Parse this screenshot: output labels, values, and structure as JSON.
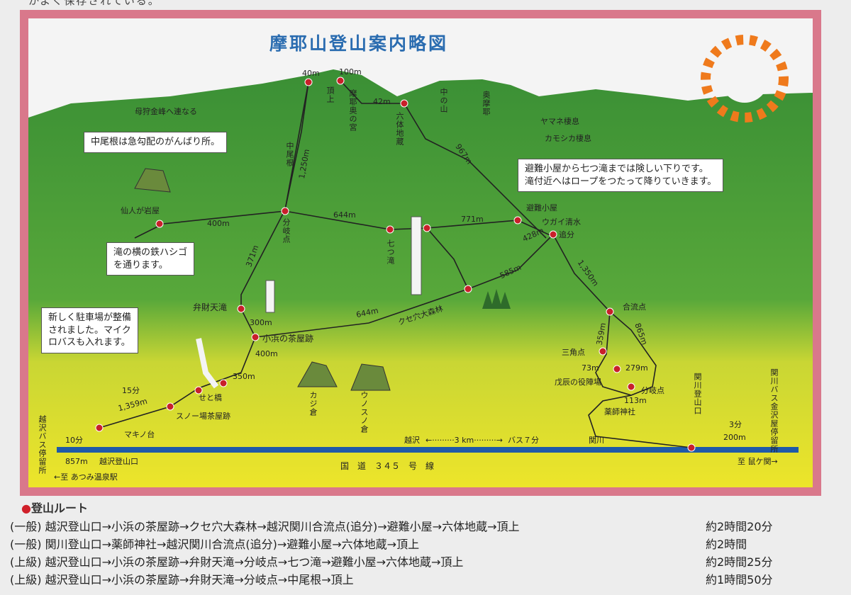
{
  "title": "摩耶山登山案内略図",
  "top_fragment": "かよく保存されている。",
  "callouts": {
    "nakaone": "中尾根は急勾配のがんばり所。",
    "hinan_1": "避難小屋から七つ滝までは険しい下りです。",
    "hinan_2": "滝付近へはロープをつたって降りていきます。",
    "taki_1": "滝の横の鉄ハシゴ",
    "taki_2": "を通ります。",
    "parking_1": "新しく駐車場が整備",
    "parking_2": "されました。マイク",
    "parking_3": "ロバスも入れます。"
  },
  "places": {
    "chojo": "頂上",
    "mayaokunomiya": "摩耶奥の宮",
    "rokutaijizo": "六体地蔵",
    "nakanoyama": "中の山",
    "okumaya": "奥摩耶",
    "yamane": "ヤマネ棲息",
    "kamoshika": "カモシカ棲息",
    "bokarigane": "母狩金峰へ連なる",
    "nakaone": "中尾根",
    "senninga": "仙人が岩屋",
    "bunkiten": "分岐点",
    "nanatsutaki": "七つ滝",
    "hinangoya": "避難小屋",
    "ugaishimizu": "ウガイ清水",
    "oiwake": "追分",
    "benzaiten": "弁財天滝",
    "kohama": "小浜の茶屋跡",
    "kusena": "クセ穴大森林",
    "gouryuten": "合流点",
    "sankakuten": "三角点",
    "boshin": "戊辰の役陣場",
    "bunkiten2": "分岐点",
    "yakushi": "薬師神社",
    "kajikura": "カジ倉",
    "unosu": "ウノスノ倉",
    "setobashi": "せと橋",
    "suno": "スノー場茶屋跡",
    "makino": "マキノ台",
    "koshizawa_bus": "越沢バス停留所",
    "koshizawa_tozanguchi": "越沢登山口",
    "sekigawa_tozanguchi": "関川登山口",
    "sekigawa_bus": "関川バス金沢屋停留所",
    "to_atsumi": "←至 あつみ温泉駅",
    "to_nezugaseki": "至 鼠ケ関→",
    "kokudo": "国　道　３４５　号　線",
    "koshizawa": "越沢",
    "sekigawa": "関川",
    "distance_3km": "←·········3 km·········→",
    "bus_7min": "バス７分"
  },
  "distances": {
    "d40m": "40m",
    "d100m": "100m",
    "d42m": "42m",
    "d967m": "967m",
    "d1250m": "1,250m",
    "d400m": "400m",
    "d644m_top": "644m",
    "d771m": "771m",
    "d428m": "428m",
    "d371m": "371m",
    "d585m": "585m",
    "d1350m": "1,350m",
    "d644m_low": "644m",
    "d300m": "300m",
    "d400m_low": "400m",
    "d350m": "350m",
    "d359m": "359m",
    "d865m": "865m",
    "d73m": "73m",
    "d279m": "279m",
    "d113m": "113m",
    "d15min": "15分",
    "d1359m": "1,359m",
    "d10min": "10分",
    "d857m": "857m",
    "d3min": "3分",
    "d200m": "200m"
  },
  "legend": {
    "heading": "登山ルート",
    "routes": [
      {
        "label": "(一般) 越沢登山口→小浜の茶屋跡→クセ穴大森林→越沢関川合流点(追分)→避難小屋→六体地蔵→頂上",
        "time": "約2時間20分"
      },
      {
        "label": "(一般) 関川登山口→薬師神社→越沢関川合流点(追分)→避難小屋→六体地蔵→頂上",
        "time": "約2時間"
      },
      {
        "label": "(上級) 越沢登山口→小浜の茶屋跡→弁財天滝→分岐点→七つ滝→避難小屋→六体地蔵→頂上",
        "time": "約2時間25分"
      },
      {
        "label": "(上級) 越沢登山口→小浜の茶屋跡→弁財天滝→分岐点→中尾根→頂上",
        "time": "約1時間50分"
      }
    ]
  },
  "colors": {
    "frame": "#d9788b",
    "sky": "#f2f2f2",
    "mountain": "#3e9a3a",
    "lowland": "#e9e22a",
    "route": "#222222",
    "node": "#c8202a",
    "road": "#1f5aa8",
    "title": "#2a6cb0",
    "sun": "#ef7a1c"
  }
}
